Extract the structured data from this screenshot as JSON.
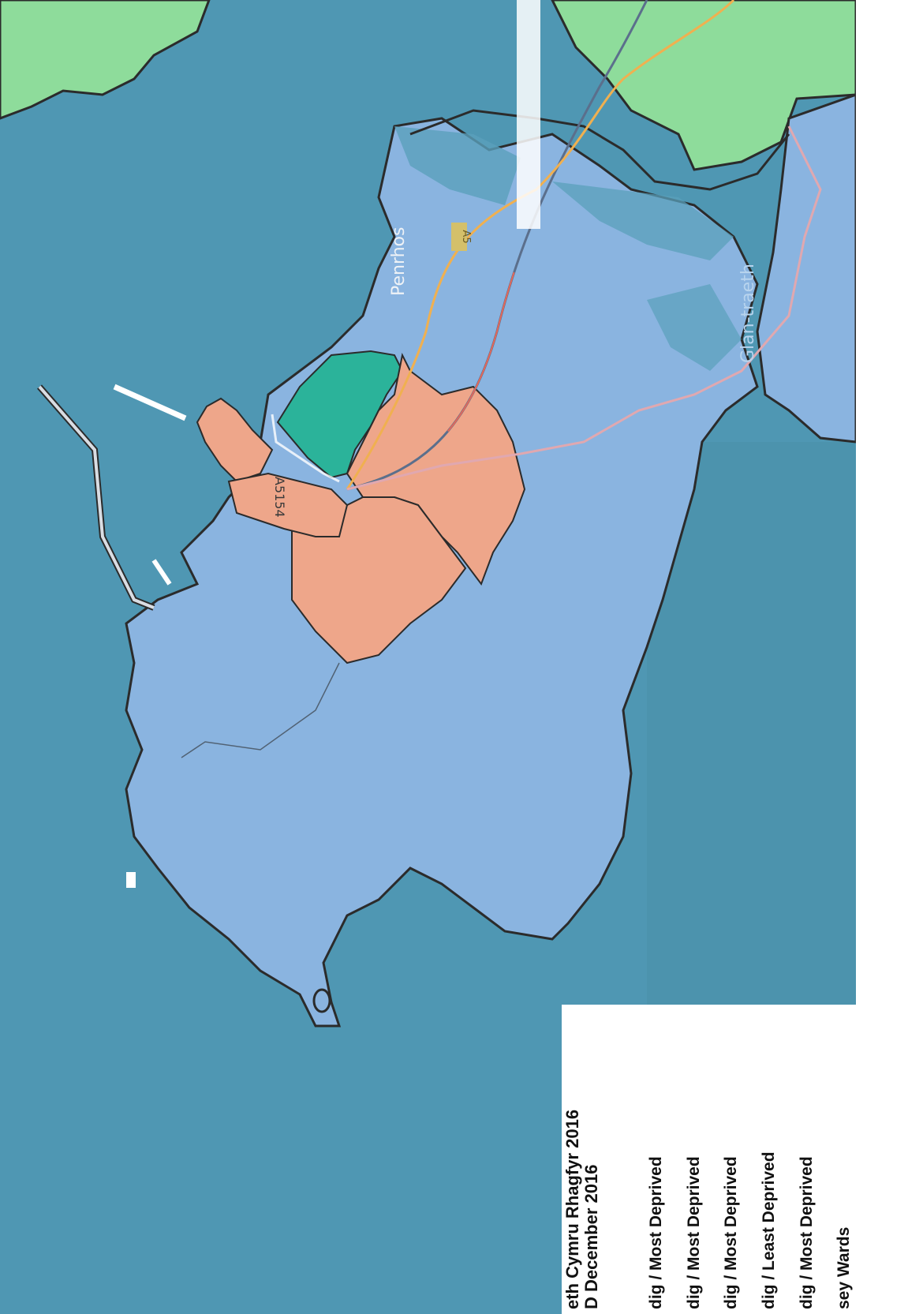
{
  "legend": {
    "title_lines": [
      "eth Cymru Rhagfyr 2016",
      "D December 2016"
    ],
    "items": [
      "dig / Most Deprived",
      "dig / Most Deprived",
      "dig / Most Deprived",
      "dig / Least Deprived",
      "dig / Most Deprived",
      "sey Wards"
    ]
  },
  "map_labels": {
    "penrhos": "Penrhos",
    "glan_traeth": "Glan-traeth",
    "road_a5154": "A5154",
    "road_a5": "A5"
  },
  "colors": {
    "sea": "#4f97b3",
    "land_blue": "#8ab4e0",
    "land_green": "#8edc9b",
    "deprived_orange": "#eea68a",
    "deprived_teal": "#2bb39a",
    "ward_boundary": "#2b2b2b",
    "rail_line": "#5b6f8c",
    "road_orange": "#f0b050"
  }
}
